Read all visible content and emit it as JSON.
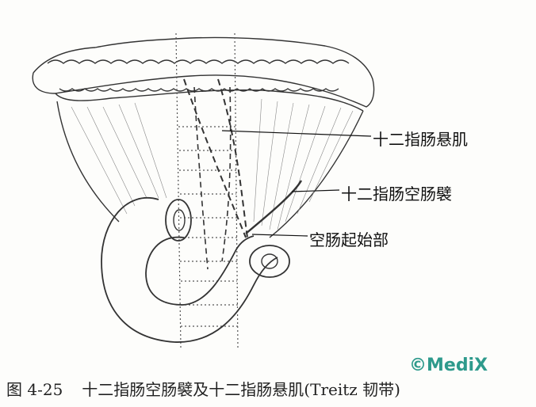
{
  "labels": {
    "suspensory_muscle": "十二指肠悬肌",
    "duodenojejunal_flexure": "十二指肠空肠襞",
    "jejunum_start": "空肠起始部"
  },
  "caption": {
    "figure_number": "图 4-25",
    "text": "十二指肠空肠襞及十二指肠悬肌(Treitz 韧带)"
  },
  "watermark": "©MediX"
}
